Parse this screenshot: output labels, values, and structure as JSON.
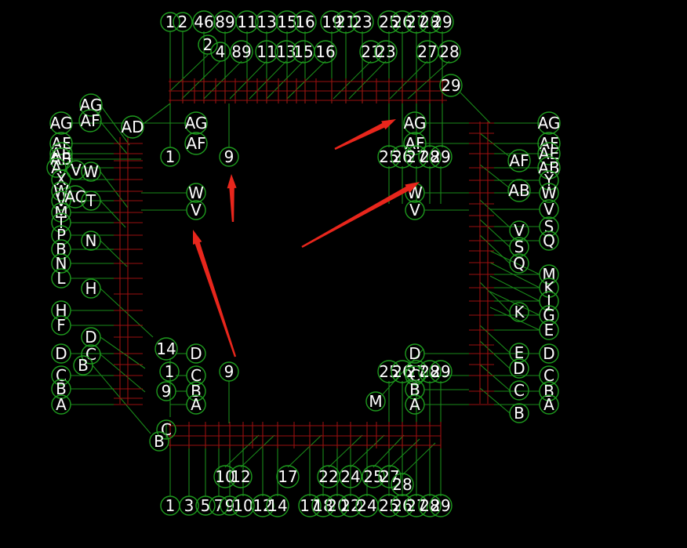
{
  "diagram": {
    "colors": {
      "background": "#000000",
      "node_stroke": "#1e9a1e",
      "wire": "#1a8a1a",
      "bus": "#9a1010",
      "label": "#ffffff",
      "arrow": "#e8261c"
    },
    "nodes": [
      {
        "id": "t1",
        "label": "1"
      },
      {
        "id": "t2",
        "label": "2"
      },
      {
        "id": "t46",
        "label": "46"
      },
      {
        "id": "t89",
        "label": "89"
      },
      {
        "id": "t11",
        "label": "11"
      },
      {
        "id": "t13",
        "label": "13"
      },
      {
        "id": "t15",
        "label": "15"
      },
      {
        "id": "t16",
        "label": "16"
      },
      {
        "id": "t19",
        "label": "19"
      },
      {
        "id": "t21",
        "label": "21"
      },
      {
        "id": "t23",
        "label": "23"
      },
      {
        "id": "t25",
        "label": "25"
      },
      {
        "id": "t26",
        "label": "26"
      },
      {
        "id": "t27",
        "label": "27"
      },
      {
        "id": "t28",
        "label": "28"
      },
      {
        "id": "t29",
        "label": "29"
      },
      {
        "id": "u2",
        "label": "2"
      },
      {
        "id": "u4",
        "label": "4"
      },
      {
        "id": "u89",
        "label": "89"
      },
      {
        "id": "u11",
        "label": "11"
      },
      {
        "id": "u13",
        "label": "13"
      },
      {
        "id": "u15",
        "label": "15"
      },
      {
        "id": "u16",
        "label": "16"
      },
      {
        "id": "u21",
        "label": "21"
      },
      {
        "id": "u23",
        "label": "23"
      },
      {
        "id": "u27",
        "label": "27"
      },
      {
        "id": "u28",
        "label": "28"
      },
      {
        "id": "u29",
        "label": "29"
      },
      {
        "id": "l_ag",
        "label": "AG"
      },
      {
        "id": "l_af",
        "label": "AF"
      },
      {
        "id": "l_ae",
        "label": "AE"
      },
      {
        "id": "l_ab",
        "label": "AB"
      },
      {
        "id": "l_a",
        "label": "A"
      },
      {
        "id": "l_x",
        "label": "X"
      },
      {
        "id": "l_w",
        "label": "W"
      },
      {
        "id": "l_v",
        "label": "V"
      },
      {
        "id": "l_m",
        "label": "M"
      },
      {
        "id": "l_t",
        "label": "T"
      },
      {
        "id": "l_p",
        "label": "P"
      },
      {
        "id": "l_b",
        "label": "B"
      },
      {
        "id": "l_n",
        "label": "N"
      },
      {
        "id": "l_l",
        "label": "L"
      },
      {
        "id": "l_h",
        "label": "H"
      },
      {
        "id": "l_f",
        "label": "F"
      },
      {
        "id": "l_d",
        "label": "D"
      },
      {
        "id": "l_c",
        "label": "C"
      },
      {
        "id": "l_b2",
        "label": "B"
      },
      {
        "id": "l_a2",
        "label": "A"
      },
      {
        "id": "m_ag",
        "label": "AG"
      },
      {
        "id": "m_af",
        "label": "AF"
      },
      {
        "id": "m_ad",
        "label": "AD"
      },
      {
        "id": "m_v",
        "label": "V"
      },
      {
        "id": "m_w",
        "label": "W"
      },
      {
        "id": "m_ac",
        "label": "AC"
      },
      {
        "id": "m_t",
        "label": "T"
      },
      {
        "id": "m_n",
        "label": "N"
      },
      {
        "id": "m_h",
        "label": "H"
      },
      {
        "id": "m_d",
        "label": "D"
      },
      {
        "id": "m_c",
        "label": "C"
      },
      {
        "id": "m_b",
        "label": "B"
      },
      {
        "id": "c_ag",
        "label": "AG"
      },
      {
        "id": "c_af",
        "label": "AF"
      },
      {
        "id": "c_1",
        "label": "1"
      },
      {
        "id": "c_9",
        "label": "9"
      },
      {
        "id": "c_w",
        "label": "W"
      },
      {
        "id": "c_v",
        "label": "V"
      },
      {
        "id": "c_14",
        "label": "14"
      },
      {
        "id": "c_1b",
        "label": "1"
      },
      {
        "id": "c_9b",
        "label": "9"
      },
      {
        "id": "c_9c",
        "label": "9"
      },
      {
        "id": "c_d",
        "label": "D"
      },
      {
        "id": "c_c",
        "label": "C"
      },
      {
        "id": "c_b",
        "label": "B"
      },
      {
        "id": "c_a",
        "label": "A"
      },
      {
        "id": "c_c2",
        "label": "C"
      },
      {
        "id": "c_b3",
        "label": "B"
      },
      {
        "id": "r_ag",
        "label": "AG"
      },
      {
        "id": "r_af",
        "label": "AF"
      },
      {
        "id": "r_25",
        "label": "25"
      },
      {
        "id": "r_26",
        "label": "26"
      },
      {
        "id": "r_27",
        "label": "27"
      },
      {
        "id": "r_28",
        "label": "28"
      },
      {
        "id": "r_29",
        "label": "29"
      },
      {
        "id": "r_w",
        "label": "W"
      },
      {
        "id": "r_v",
        "label": "V"
      },
      {
        "id": "r2_25",
        "label": "25"
      },
      {
        "id": "r2_26",
        "label": "26"
      },
      {
        "id": "r2_27",
        "label": "27"
      },
      {
        "id": "r2_28",
        "label": "28"
      },
      {
        "id": "r2_29",
        "label": "29"
      },
      {
        "id": "r_d",
        "label": "D"
      },
      {
        "id": "r_c",
        "label": "C"
      },
      {
        "id": "r_b",
        "label": "B"
      },
      {
        "id": "r_a",
        "label": "A"
      },
      {
        "id": "r_m",
        "label": "M"
      },
      {
        "id": "s_af",
        "label": "AF"
      },
      {
        "id": "s_ab",
        "label": "AB"
      },
      {
        "id": "s_v",
        "label": "V"
      },
      {
        "id": "s_s",
        "label": "S"
      },
      {
        "id": "s_q",
        "label": "Q"
      },
      {
        "id": "s_k",
        "label": "K"
      },
      {
        "id": "s_e",
        "label": "E"
      },
      {
        "id": "s_d",
        "label": "D"
      },
      {
        "id": "s_c",
        "label": "C"
      },
      {
        "id": "s_b",
        "label": "B"
      },
      {
        "id": "e_ag",
        "label": "AG"
      },
      {
        "id": "e_af",
        "label": "AF"
      },
      {
        "id": "e_ae",
        "label": "AE"
      },
      {
        "id": "e_ab",
        "label": "AB"
      },
      {
        "id": "e_y",
        "label": "Y"
      },
      {
        "id": "e_w",
        "label": "W"
      },
      {
        "id": "e_v",
        "label": "V"
      },
      {
        "id": "e_s",
        "label": "S"
      },
      {
        "id": "e_q",
        "label": "Q"
      },
      {
        "id": "e_m",
        "label": "M"
      },
      {
        "id": "e_k",
        "label": "K"
      },
      {
        "id": "e_j",
        "label": "J"
      },
      {
        "id": "e_g",
        "label": "G"
      },
      {
        "id": "e_e",
        "label": "E"
      },
      {
        "id": "e_d",
        "label": "D"
      },
      {
        "id": "e_c",
        "label": "C"
      },
      {
        "id": "e_b",
        "label": "B"
      },
      {
        "id": "e_a",
        "label": "A"
      },
      {
        "id": "b1_10",
        "label": "10"
      },
      {
        "id": "b1_12",
        "label": "12"
      },
      {
        "id": "b1_17",
        "label": "17"
      },
      {
        "id": "b1_22",
        "label": "22"
      },
      {
        "id": "b1_24",
        "label": "24"
      },
      {
        "id": "b1_25",
        "label": "25"
      },
      {
        "id": "b1_27",
        "label": "27"
      },
      {
        "id": "b1_28",
        "label": "28"
      },
      {
        "id": "b_1",
        "label": "1"
      },
      {
        "id": "b_3",
        "label": "3"
      },
      {
        "id": "b_5",
        "label": "5"
      },
      {
        "id": "b_7",
        "label": "7"
      },
      {
        "id": "b_9",
        "label": "9"
      },
      {
        "id": "b_10",
        "label": "10"
      },
      {
        "id": "b_12",
        "label": "12"
      },
      {
        "id": "b_14",
        "label": "14"
      },
      {
        "id": "b_17",
        "label": "17"
      },
      {
        "id": "b_18",
        "label": "18"
      },
      {
        "id": "b_20",
        "label": "20"
      },
      {
        "id": "b_22",
        "label": "22"
      },
      {
        "id": "b_24",
        "label": "24"
      },
      {
        "id": "b_25",
        "label": "25"
      },
      {
        "id": "b_26",
        "label": "26"
      },
      {
        "id": "b_27",
        "label": "27"
      },
      {
        "id": "b_28",
        "label": "28"
      },
      {
        "id": "b_29",
        "label": "29"
      }
    ]
  }
}
